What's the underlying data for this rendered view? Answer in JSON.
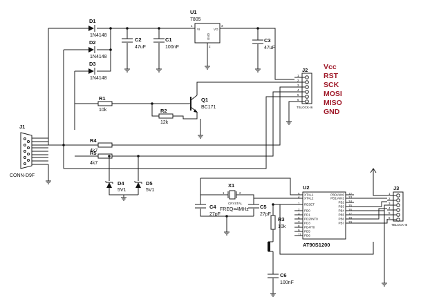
{
  "components": {
    "d1": {
      "ref": "D1",
      "value": "1N4148"
    },
    "d2": {
      "ref": "D2",
      "value": "1N4148"
    },
    "d3": {
      "ref": "D3",
      "value": "1N4148"
    },
    "c1": {
      "ref": "C1",
      "value": "100nF"
    },
    "c2": {
      "ref": "C2",
      "value": "47uF"
    },
    "c3": {
      "ref": "C3",
      "value": "47uF"
    },
    "u1": {
      "ref": "U1",
      "value": "7805",
      "pin_vi": "VI",
      "pin_vo": "VO",
      "pin_gnd": "GND",
      "pin1": "1",
      "pin2": "2",
      "pin3": "3"
    },
    "r1": {
      "ref": "R1",
      "value": "10k"
    },
    "r2": {
      "ref": "R2",
      "value": "12k"
    },
    "r3": {
      "ref": "R3",
      "value": "10k"
    },
    "r4": {
      "ref": "R4",
      "value": "4k7"
    },
    "r5": {
      "ref": "R5",
      "value": "4k7"
    },
    "q1": {
      "ref": "Q1",
      "value": "BC171"
    },
    "j1": {
      "ref": "J1",
      "value": "CONN-D9F"
    },
    "j2": {
      "ref": "J2",
      "value": "TBLOCK-I6",
      "pins": [
        "1",
        "2",
        "3",
        "4",
        "5",
        "6"
      ]
    },
    "j3": {
      "ref": "J3",
      "value": "TBLOCK-I6",
      "pins": [
        "1",
        "2",
        "3",
        "4",
        "5",
        "6"
      ]
    },
    "d4": {
      "ref": "D4",
      "value": "5V1"
    },
    "d5": {
      "ref": "D5",
      "value": "5V1"
    },
    "x1": {
      "ref": "X1",
      "type": "CRYSTAL",
      "value": "FREQ=4MHz",
      "pin1": "1",
      "pin2": "2"
    },
    "c4": {
      "ref": "C4",
      "value": "27pF"
    },
    "c5": {
      "ref": "C5",
      "value": "27pF"
    },
    "c6": {
      "ref": "C6",
      "value": "100nF"
    },
    "u2": {
      "ref": "U2",
      "value": "AT90S1200",
      "left_pins": [
        {
          "num": "5",
          "name": "XTAL1"
        },
        {
          "num": "4",
          "name": "XTAL2"
        },
        {
          "num": "1",
          "name": "RESET"
        },
        {
          "num": "2",
          "name": "PD0"
        },
        {
          "num": "3",
          "name": "PD1"
        },
        {
          "num": "6",
          "name": "PD2/INT0"
        },
        {
          "num": "7",
          "name": "PD3"
        },
        {
          "num": "8",
          "name": "PD4/T0"
        },
        {
          "num": "9",
          "name": "PD5"
        },
        {
          "num": "11",
          "name": "PD6"
        }
      ],
      "right_pins": [
        {
          "num": "12",
          "name": "PB0/AIN0"
        },
        {
          "num": "13",
          "name": "PB1/AIN1"
        },
        {
          "num": "14",
          "name": "PB2"
        },
        {
          "num": "15",
          "name": "PB3"
        },
        {
          "num": "16",
          "name": "PB4"
        },
        {
          "num": "17",
          "name": "PB5"
        },
        {
          "num": "18",
          "name": "PB6"
        },
        {
          "num": "19",
          "name": "PB7"
        }
      ]
    }
  },
  "signals": [
    "Vcc",
    "RST",
    "SCK",
    "MOSI",
    "MISO",
    "GND"
  ],
  "colors": {
    "wire": "#1a1a1a",
    "signal_label": "#a01a2a",
    "background": "#ffffff"
  }
}
